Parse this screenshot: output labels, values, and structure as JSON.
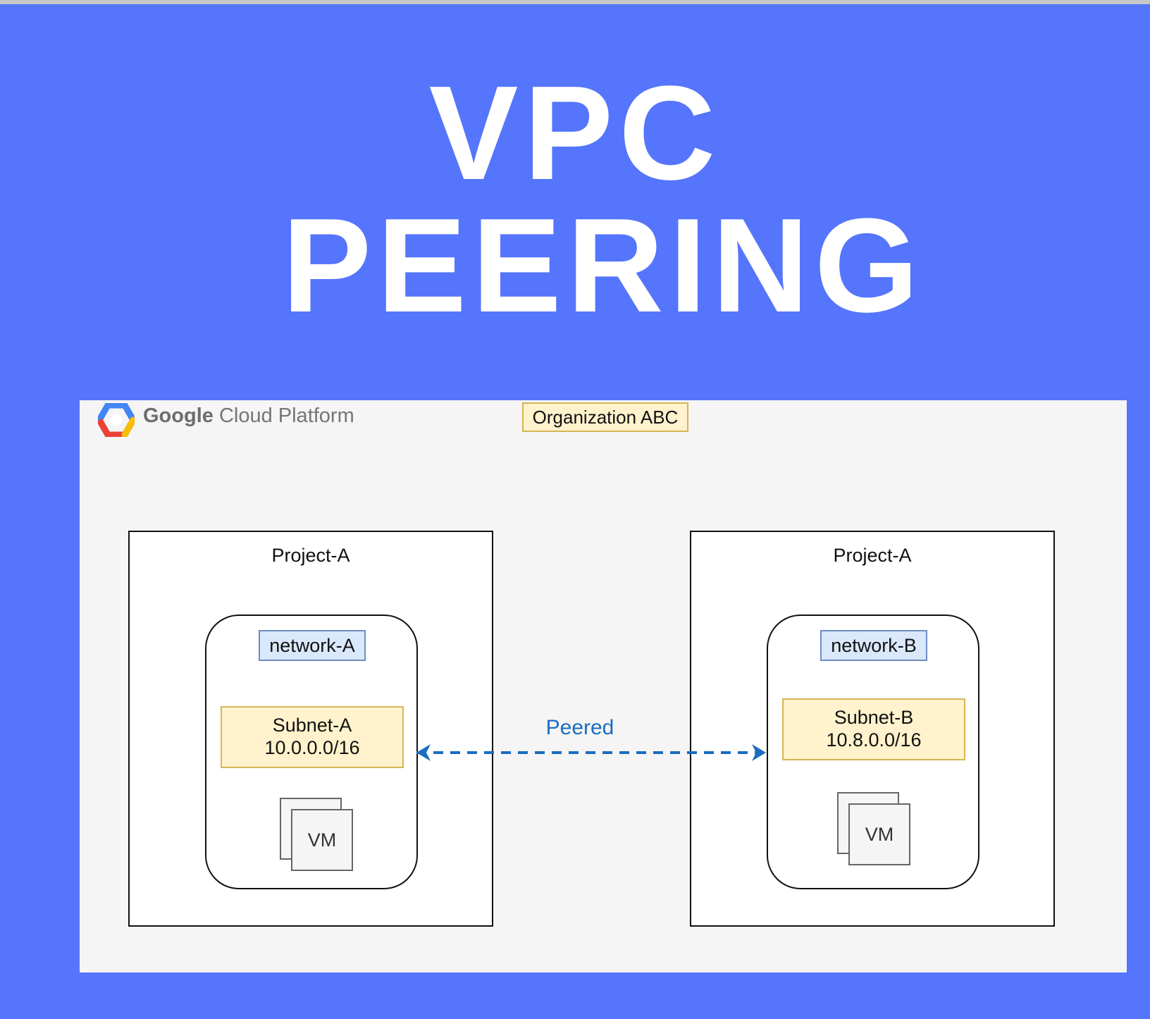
{
  "title": {
    "line1": "VPC",
    "line2": "PEERING"
  },
  "platform": {
    "name_bold": "Google",
    "name_rest": " Cloud Platform",
    "logo_icon": "google-cloud-hexagon-icon"
  },
  "organization": {
    "label": "Organization ABC"
  },
  "projects": [
    {
      "title": "Project-A",
      "network": "network-A",
      "subnet_name": "Subnet-A",
      "subnet_cidr": "10.0.0.0/16",
      "vm_label": "VM"
    },
    {
      "title": "Project-A",
      "network": "network-B",
      "subnet_name": "Subnet-B",
      "subnet_cidr": "10.8.0.0/16",
      "vm_label": "VM"
    }
  ],
  "connection": {
    "label": "Peered",
    "style": "dashed bidirectional arrow"
  },
  "colors": {
    "background": "#5575fc",
    "canvas": "#f5f5f5",
    "subnet_fill": "#fff2cc",
    "subnet_border": "#d6b656",
    "network_fill": "#dae8fc",
    "network_border": "#6c8ebf",
    "peer_arrow": "#1a6dbf"
  }
}
